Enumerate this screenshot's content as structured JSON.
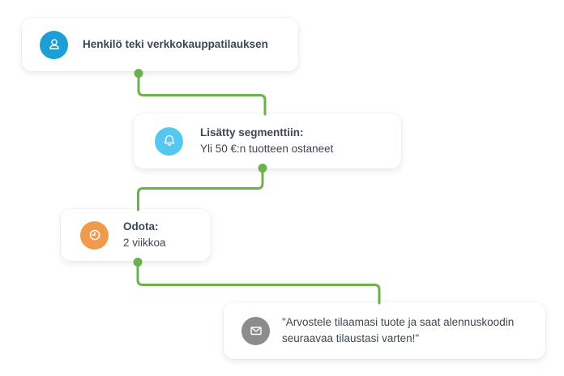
{
  "canvas": {
    "background_color": "#ffffff",
    "connector_color": "#6cb14c",
    "text_color": "#3d4753"
  },
  "workflow": {
    "nodes": [
      {
        "id": "trigger",
        "icon": "person-icon",
        "icon_color": "#1b9fd6",
        "title": "Henkilö teki verkkokauppatilauksen",
        "subtitle": ""
      },
      {
        "id": "segment",
        "icon": "bell-icon",
        "icon_color": "#55c8f0",
        "title": "Lisätty segmenttiin:",
        "subtitle": "Yli 50 €:n tuotteen ostaneet"
      },
      {
        "id": "wait",
        "icon": "clock-icon",
        "icon_color": "#ef9b4e",
        "title": "Odota:",
        "subtitle": "2 viikkoa"
      },
      {
        "id": "email",
        "icon": "envelope-icon",
        "icon_color": "#8c8c8c",
        "title": "",
        "subtitle": "\"Arvostele tilaamasi tuote ja saat alennuskoodin seuraavaa tilaustasi varten!\""
      }
    ]
  }
}
